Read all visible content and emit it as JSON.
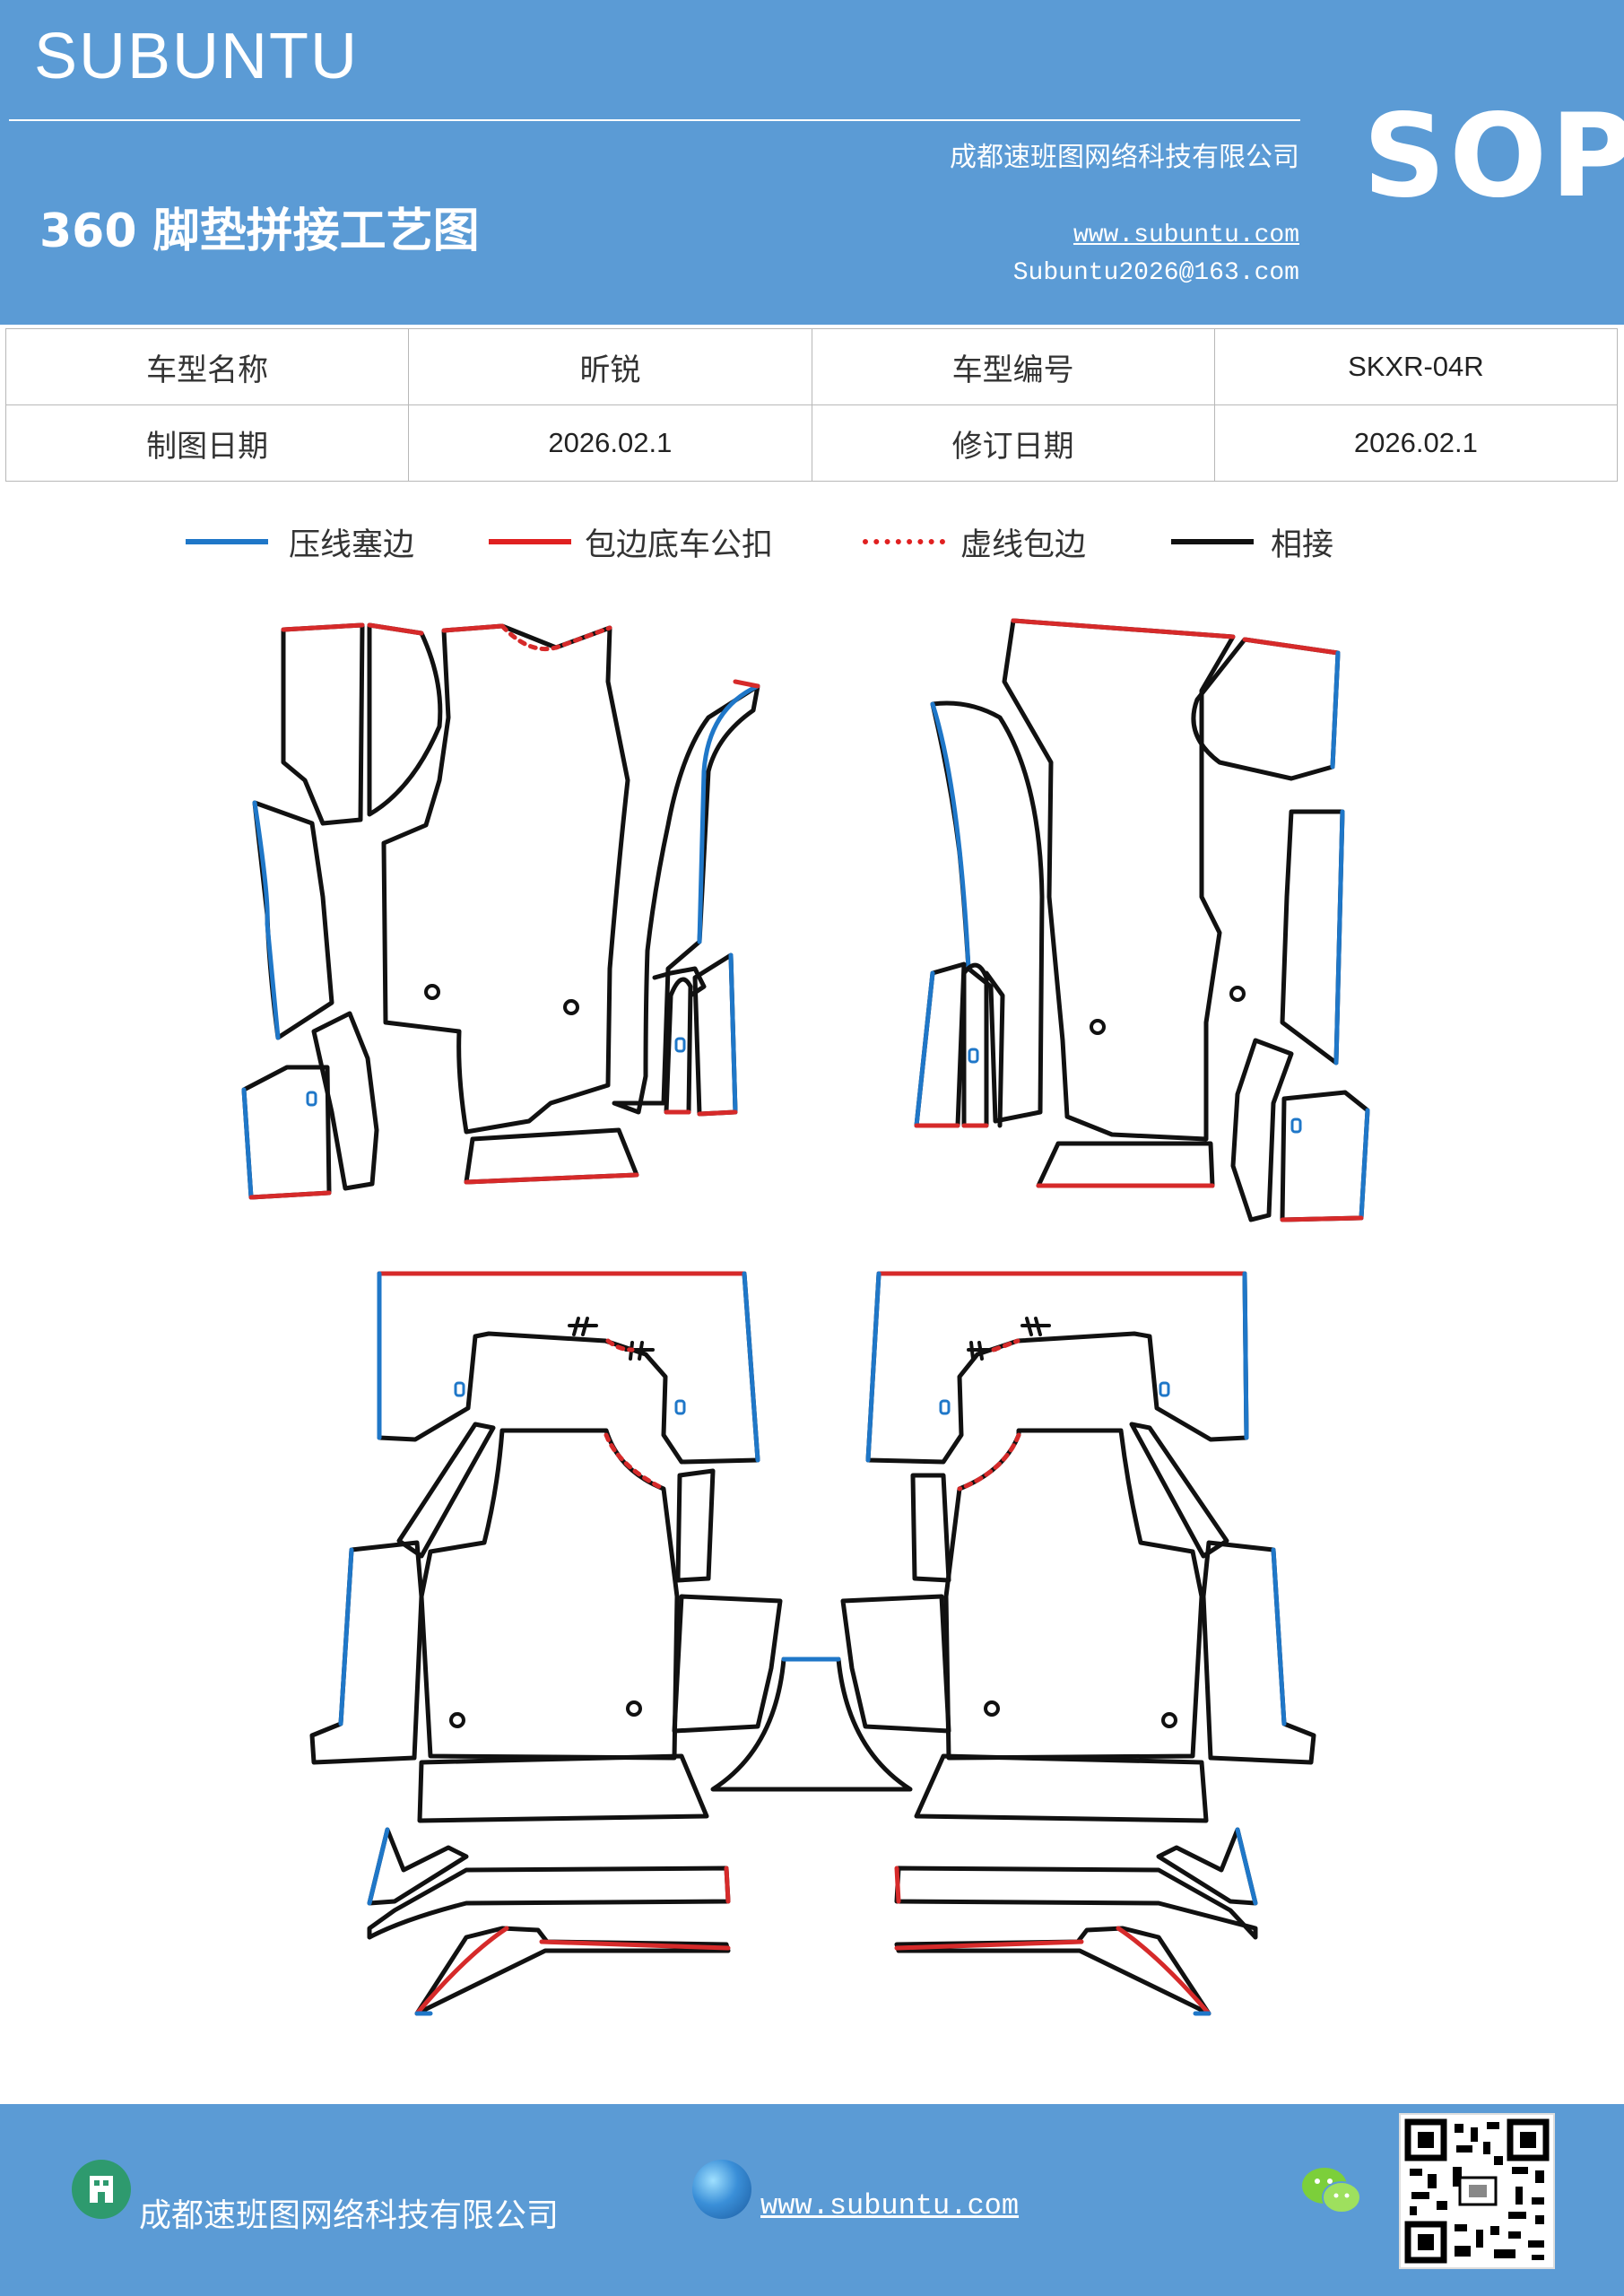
{
  "header": {
    "brand": "SUBUNTU",
    "title": "360 脚垫拼接工艺图",
    "company": "成都速班图网络科技有限公司",
    "website": "www.subuntu.com",
    "email": "Subuntu2026@163.com",
    "badge": "SOP"
  },
  "info_table": {
    "model_name_label": "车型名称",
    "model_name_value": "昕锐",
    "model_code_label": "车型编号",
    "model_code_value": "SKXR-04R",
    "draw_date_label": "制图日期",
    "draw_date_value": "2026.02.1",
    "revise_date_label": "修订日期",
    "revise_date_value": "2026.02.1"
  },
  "legend": [
    {
      "label": "压线塞边",
      "color": "#1f77c8",
      "style": "solid"
    },
    {
      "label": "包边底车公扣",
      "color": "#e02020",
      "style": "solid"
    },
    {
      "label": "虚线包边",
      "color": "#e02020",
      "style": "dotted"
    },
    {
      "label": "相接",
      "color": "#111111",
      "style": "solid"
    }
  ],
  "diagram": {
    "colors": {
      "blue": "#1f77c8",
      "red": "#d62a2a",
      "black": "#111111"
    }
  },
  "footer": {
    "company": "成都速班图网络科技有限公司",
    "website": "www.subuntu.com",
    "icons": [
      "building-icon",
      "globe-icon",
      "wechat-icon",
      "qr-code"
    ]
  }
}
